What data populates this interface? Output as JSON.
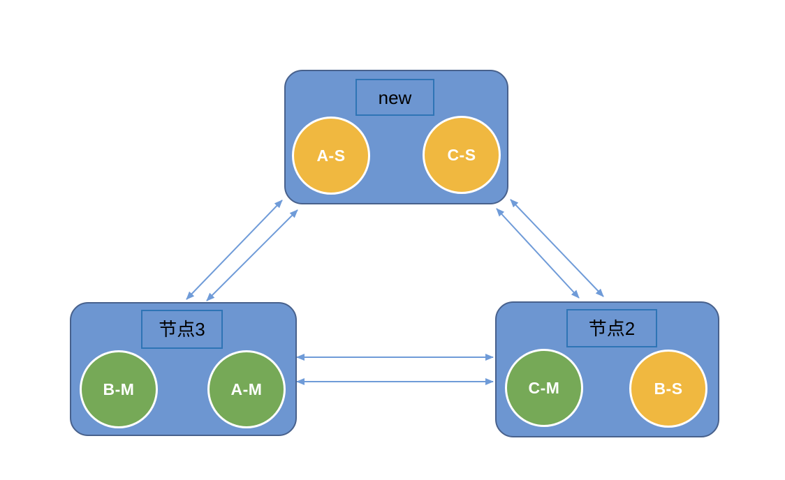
{
  "diagram": {
    "nodes": [
      {
        "id": "new",
        "label": "new",
        "circles": [
          {
            "label": "A-S",
            "color": "#F0B840"
          },
          {
            "label": "C-S",
            "color": "#F0B840"
          }
        ]
      },
      {
        "id": "node3",
        "label": "节点3",
        "circles": [
          {
            "label": "B-M",
            "color": "#76A957"
          },
          {
            "label": "A-M",
            "color": "#76A957"
          }
        ]
      },
      {
        "id": "node2",
        "label": "节点2",
        "circles": [
          {
            "label": "C-M",
            "color": "#76A957"
          },
          {
            "label": "B-S",
            "color": "#F0B840"
          }
        ]
      }
    ],
    "edges": [
      {
        "from": "node3",
        "to": "new",
        "style": "double-headed-arrow",
        "lines": 2
      },
      {
        "from": "node2",
        "to": "new",
        "style": "double-headed-arrow",
        "lines": 2
      },
      {
        "from": "node3",
        "to": "node2",
        "style": "double-headed-arrow",
        "lines": 2
      }
    ],
    "colors": {
      "background": "#FFFFFF",
      "node_fill": "#6D96D1",
      "node_border": "#48618C",
      "label_border": "#2E74B5",
      "label_text": "#000000",
      "circle_yellow": "#F0B840",
      "circle_green": "#76A957",
      "circle_border": "#FFFFFF",
      "circle_text": "#FFFFFF",
      "arrow": "#6F9BD8"
    }
  }
}
